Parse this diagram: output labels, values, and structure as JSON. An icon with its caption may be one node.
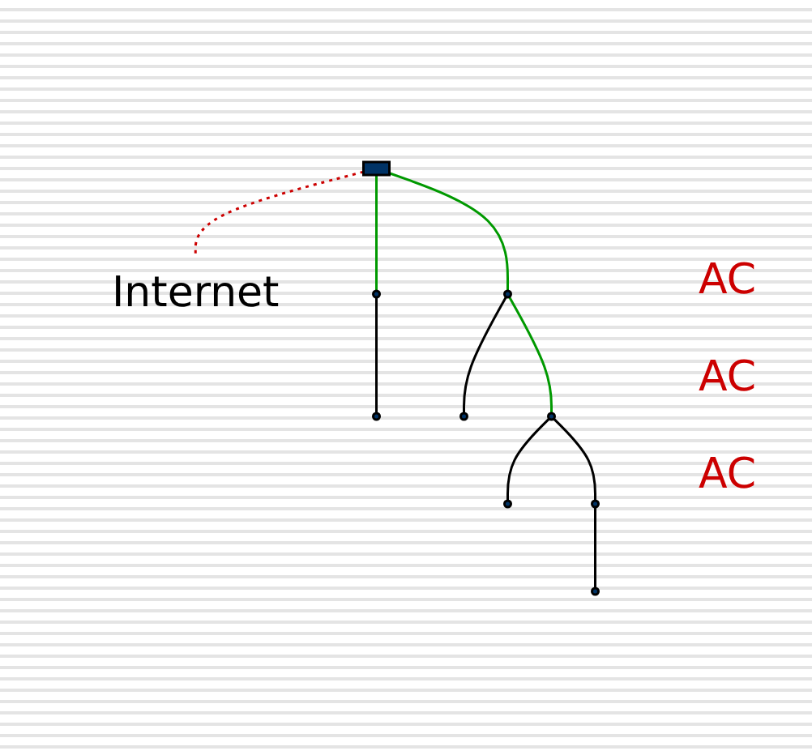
{
  "diagram": {
    "nodes": [
      {
        "text": [
          "Internet"
        ]
      },
      {
        "text": [],
        "shape": "box"
      },
      {
        "text": [],
        "shape": "circle"
      },
      {
        "text": [],
        "shape": "circle"
      },
      {
        "text": [],
        "shape": "circle"
      },
      {
        "text": [],
        "shape": "circle"
      },
      {
        "text": [],
        "shape": "circle"
      },
      {
        "text": [],
        "shape": "circle"
      },
      {
        "text": [],
        "shape": "circle"
      },
      {
        "text": [],
        "shape": "circle"
      }
    ],
    "edges": [
      {
        "from": 1,
        "to": 0,
        "arrow": "none",
        "style": "dashed",
        "color": "#cc0000"
      },
      {
        "from": 1,
        "to": 2,
        "arrow": "none",
        "color": "#009900"
      },
      {
        "from": 1,
        "to": 3,
        "arrow": "none",
        "color": "#009900"
      },
      {
        "from": 3,
        "to": 6,
        "arrow": "none",
        "color": "#009900"
      },
      {
        "from": 2,
        "to": 4,
        "arrow": "none"
      },
      {
        "from": 3,
        "to": 5,
        "arrow": "none"
      },
      {
        "from": 6,
        "to": 8,
        "arrow": "none"
      },
      {
        "from": 6,
        "to": 9,
        "arrow": "none"
      },
      {
        "from": 9,
        "to": 7,
        "arrow": "none"
      }
    ],
    "labels": [
      "AC",
      "AC",
      "AC"
    ]
  }
}
